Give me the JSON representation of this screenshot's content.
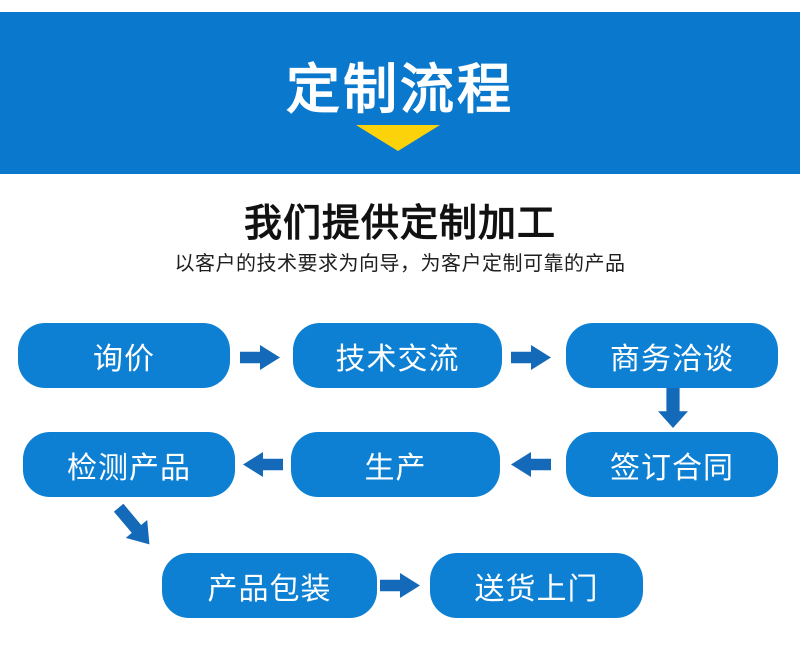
{
  "banner": {
    "title": "定制流程"
  },
  "intro": {
    "heading": "我们提供定制加工",
    "subheading": "以客户的技术要求为向导，为客户定制可靠的产品"
  },
  "flow": {
    "steps": [
      {
        "id": "inquiry",
        "label": "询价"
      },
      {
        "id": "technical-exchange",
        "label": "技术交流"
      },
      {
        "id": "business-negotiation",
        "label": "商务洽谈"
      },
      {
        "id": "sign-contract",
        "label": "签订合同"
      },
      {
        "id": "production",
        "label": "生产"
      },
      {
        "id": "product-inspection",
        "label": "检测产品"
      },
      {
        "id": "product-packaging",
        "label": "产品包装"
      },
      {
        "id": "delivery",
        "label": "送货上门"
      }
    ],
    "arrow_directions": [
      "right",
      "right",
      "down",
      "left",
      "left",
      "down-right",
      "right"
    ]
  },
  "colors": {
    "banner_blue": "#0a78cc",
    "box_blue": "#0e80d3",
    "arrow_blue": "#1569b9",
    "triangle_gold": "#fcd30b",
    "banner_title_text": "#ffffff",
    "heading_text": "#111111"
  }
}
